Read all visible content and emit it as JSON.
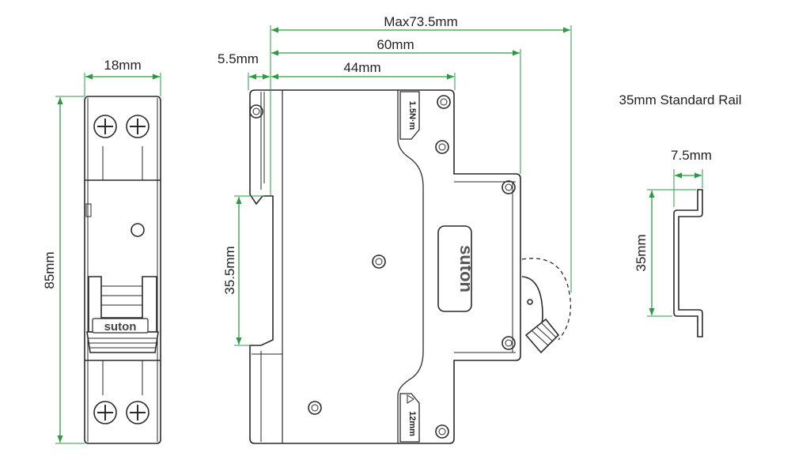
{
  "colors": {
    "dimension": "#2e9a45",
    "outline": "#2a2a2a",
    "text": "#222222",
    "background": "#ffffff"
  },
  "front_view": {
    "width_label": "18mm",
    "height_label": "85mm",
    "brand": "suton"
  },
  "side_view": {
    "max_depth_label": "Max73.5mm",
    "depth_60_label": "60mm",
    "depth_44_label": "44mm",
    "offset_label": "5.5mm",
    "rail_height_label": "35.5mm",
    "torque_top_label": "1.5N·m",
    "strip_length_label": "12mm",
    "brand": "suton"
  },
  "rail_view": {
    "title": "35mm Standard Rail",
    "width_label": "7.5mm",
    "height_label": "35mm"
  }
}
